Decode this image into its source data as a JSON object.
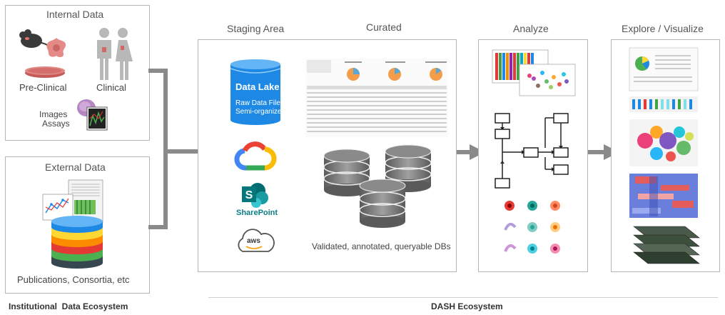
{
  "internal": {
    "title": "Internal Data",
    "pre_clinical": "Pre-Clinical",
    "clinical": "Clinical",
    "images_assays": [
      "Images",
      "Assays"
    ]
  },
  "external": {
    "title": "External Data",
    "caption": "Publications, Consortia, etc"
  },
  "staging": {
    "title": "Staging Area",
    "data_lake_title": "Data Lake",
    "data_lake_sub1": "Raw Data Files",
    "data_lake_sub2": "Semi-organized",
    "sharepoint_label": "SharePoint",
    "aws_label": "aws"
  },
  "curated": {
    "title": "Curated",
    "caption": "Validated, annotated, queryable DBs"
  },
  "analyze": {
    "title": "Analyze"
  },
  "explore": {
    "title": "Explore / Visualize"
  },
  "footer": {
    "institutional": "Institutional  Data Ecosystem",
    "dash": "DASH Ecosystem"
  },
  "colors": {
    "arrow": "#8a8a8a",
    "panel_border": "#b5b5b5",
    "data_lake_blue": "#1e88e5",
    "sharepoint_teal": "#0b7f86"
  }
}
